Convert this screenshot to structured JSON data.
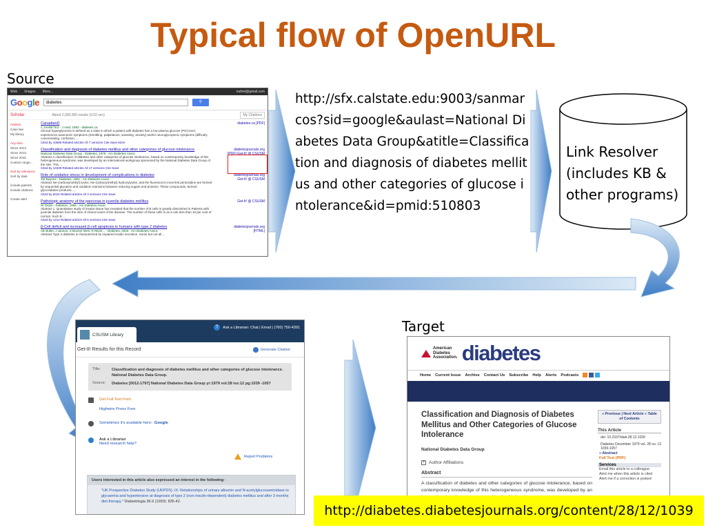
{
  "slide": {
    "title": "Typical flow of OpenURL",
    "source_label": "Source",
    "target_label": "Target",
    "openurl": "http://sfx.calstate.edu:9003/sanmarcos?sid=google&aulast=National Diabetes Data Group&atitle=Classification and diagnosis of diabetes mellitus and other categories of glucose intolerance&id=pmid:510803",
    "resolver": "Link Resolver (includes KB & other programs)",
    "target_url": "http://diabetes.diabetesjournals.org/content/28/12/1039"
  },
  "colors": {
    "title": "#c55a11",
    "arrow_fill": "#5b9bd5",
    "arrow_light": "#bdd7ee",
    "highlight": "#ffff00"
  },
  "scholar": {
    "top_links": [
      "Web",
      "Images",
      "More..."
    ],
    "account": "nathel@gmail.com",
    "query": "diabetes",
    "nav": "Scholar",
    "result_count": "About 2,000,000 results (0.02 sec)",
    "my_citations": "My Citations",
    "sidebar": [
      "Articles",
      "Case law",
      "My library",
      "Any time",
      "Since 2014",
      "Since 2013",
      "Since 2010",
      "Custom range...",
      "Sort by relevance",
      "Sort by date",
      "include patents",
      "include citations",
      "Create alert"
    ],
    "results": [
      {
        "title": "CanadianD",
        "authors": "C DIABETES - J med, 1993 - diabetes.ca",
        "text": "Clinical hyperglycemia is defined as a state in which a patient with diabetes has a low plasma glucose (PG) level, experiences autonomic symptoms (trembling, palpitations, sweating, anxiety) and/or neuroglycopenic symptoms (difficulty concentrating, confusion, ...",
        "links": "Cited by 10686 Related articles All 7 versions Cite Save More",
        "side": "diabetes.ca [PDF]"
      },
      {
        "title": "Classification and diagnosis of diabetes mellitus and other categories of glucose intolerance",
        "authors": "National Diabetes Data Group - Diabetes, 1979 - Am Diabetes Assoc",
        "text": "Abstract A classification of diabetes and other categories of glucose intolerance, based on contemporary knowledge of this heterogeneous syndrome, was developed by an international workgroup sponsored by the National Diabetes Data Group of the NIH. This ...",
        "links": "Cited by 13339 Related articles All 17 versions Cite Save",
        "side": "diabetesjournals.org [PDF] Get-It! @ CSUSM"
      },
      {
        "title": "Role of oxidative stress in development of complications in diabetes",
        "authors": "JW Baynes - Diabetes, 1991 - Am Diabetes Assoc",
        "text": "Abstract Ne-(carboxymethyl) lysine, Ne-(carboxymethyl) hydroxylysine, and the fluorescent cross-link pentosidine are formed by sequential glycation and oxidation reactions between reducing sugars and proteins. These compounds, termed glycoxidation products, ...",
        "links": "Cited by 5010 Related articles All 3 versions Cite Save",
        "side": "diabetesjournals.org Get-It! @ CSUSM"
      },
      {
        "title": "Pathologic anatomy of the pancreas in juvenile diabetes mellitus",
        "authors": "W Gepts - Diabetes, 1965 - Am Diabetes Assoc",
        "text": "Abstract 1. Quantitative study of insular tissue has revealed that the number of B cells is greatly diminished in Patients with juvenile diabetes from the time of clinical onset of the disease. The number of these cells is as a rule less than 10 per cent of normal. Such B ...",
        "links": "Cited by 1214 Related articles All 6 versions Cite Save",
        "side": "Get-It! @ CSUSM"
      },
      {
        "title": "β-Cell deficit and increased β-cell apoptosis in humans with type 2 diabetes",
        "authors": "AE Butler, J Janson, S Bonner-Weir, R Ritzel... - Diabetes, 2003 - Am Diabetes Assoc",
        "text": "Abstract Type 2 diabetes is characterized by impaired insulin secretion. Some but not all ...",
        "links": "",
        "side": "diabetesjournals.org [HTML]"
      }
    ]
  },
  "library": {
    "tab": "CSUSM Library",
    "ask": "Ask a Librarian: Chat | Email | (760) 750-4391",
    "heading": "Get-It! Results for this Record",
    "generate": "Generate Citation",
    "title_key": "Title:",
    "title_val": "Classification and diagnosis of diabetes mellitus and other categories of glucose intolerance. National Diabetes Data Group.",
    "source_key": "Source:",
    "source_val": "Diabetes [0012-1797] National Diabetes Data Group yr:1979 vol:28 iss:12 pg:1039 -1057",
    "fulltext": "Get Full Text from:",
    "highwire": "Highwire Press Free",
    "sometimes": "Sometimes it's available here:",
    "google": "Google",
    "ask_lib": "Ask a Librarian",
    "need_help": "Need research help?",
    "report": "Report Problems",
    "users_header": "Users interested in this article also expressed an interest in the following:",
    "users_item": "\"UK Prospective Diabetes Study (UKPDS). IX: Relationships of urinary albumin and N-acetylglucosaminidase to glycaemia and hypertension at diagnosis of type 2 (non-insulin-dependent) diabetes mellitus and after 3 months diet therapy.\"",
    "users_item_src": "Diabetologia 36.9 (1993): 835-42."
  },
  "journal": {
    "ada": [
      "American",
      "Diabetes",
      "Association."
    ],
    "logo": "diabetes",
    "nav": [
      "Home",
      "Current Issue",
      "Archive",
      "Contact Us",
      "Subscribe",
      "Help",
      "Alerts",
      "Podcasts"
    ],
    "article_title": "Classification and Diagnosis of Diabetes Mellitus and Other Categories of Glucose Intolerance",
    "author": "National Diabetes Data Group",
    "affiliations": "Author Affiliations",
    "abstract_head": "Abstract",
    "abstract": "A classification of diabetes and other categories of glucose intolerance, based on contemporary knowledge of this heterogeneous syndrome, was developed by an international workgroup sponsored by the National",
    "prevnext": "« Previous | Next Article » Table of Contents",
    "this_article": "This Article",
    "doi": "doi: 10.2337/diab.28.12.1039",
    "issue": "Diabetes December 1979 vol. 28 no. 12 1039-1057",
    "abstract_link": "» Abstract",
    "fulltext": "Full Text (PDF)",
    "services": "Services",
    "serv_items": [
      "Email this article to a colleague",
      "Alert me when this article is cited",
      "Alert me if a correction is posted"
    ]
  }
}
